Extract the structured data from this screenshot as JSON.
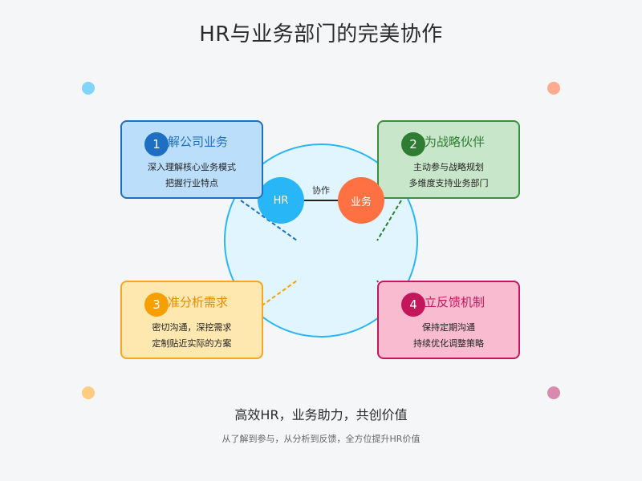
{
  "title": "HR与业务部门的完美协作",
  "center": {
    "hr_label": "HR",
    "business_label": "业务",
    "link_label": "协作"
  },
  "cards": [
    {
      "number": "1",
      "title": "了解公司业务",
      "lines": [
        "深入理解核心业务模式",
        "把握行业特点"
      ],
      "accent": "#1e6fc2"
    },
    {
      "number": "2",
      "title": "成为战略伙伴",
      "lines": [
        "主动参与战略规划",
        "多维度支持业务部门"
      ],
      "accent": "#2e7d32"
    },
    {
      "number": "3",
      "title": "精准分析需求",
      "lines": [
        "密切沟通，深挖需求",
        "定制贴近实际的方案"
      ],
      "accent": "#f5a000"
    },
    {
      "number": "4",
      "title": "建立反馈机制",
      "lines": [
        "保持定期沟通",
        "持续优化调整策略"
      ],
      "accent": "#c2185b"
    }
  ],
  "footer": {
    "main": "高效HR，业务助力，共创价值",
    "sub": "从了解到参与，从分析到反馈，全方位提升HR价值"
  }
}
